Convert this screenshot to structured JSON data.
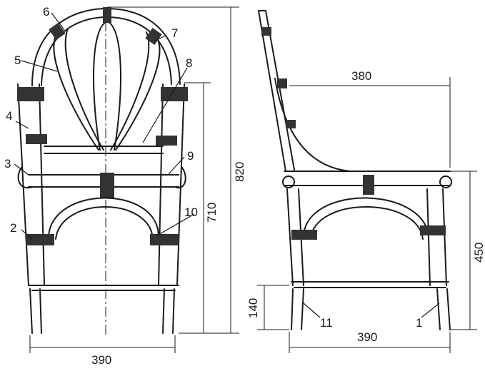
{
  "front_view": {
    "part_labels": [
      "1",
      "2",
      "3",
      "4",
      "5",
      "6",
      "7",
      "8",
      "9",
      "10",
      "11"
    ],
    "dims": {
      "height_total": "820",
      "height_armrest": "710",
      "width": "390"
    }
  },
  "side_view": {
    "dims": {
      "depth_seat": "380",
      "height_seat": "450",
      "height_stretcher": "140",
      "depth_base": "390"
    }
  }
}
